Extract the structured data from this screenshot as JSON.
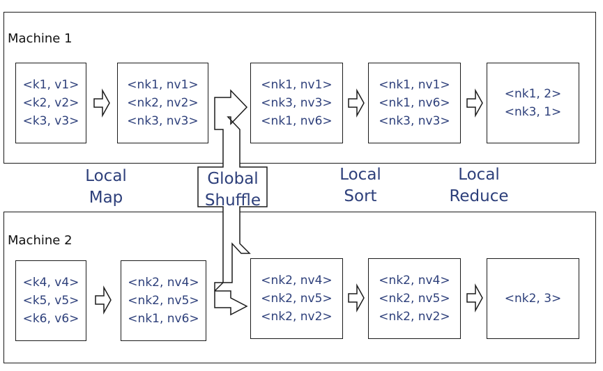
{
  "colors": {
    "text_blue": "#2d3f7a",
    "border": "#1a1a1a"
  },
  "machine1": {
    "label": "Machine 1",
    "stages": [
      [
        "<k1, v1>",
        "<k2, v2>",
        "<k3, v3>"
      ],
      [
        "<nk1, nv1>",
        "<nk2, nv2>",
        "<nk3, nv3>"
      ],
      [
        "<nk1, nv1>",
        "<nk3, nv3>",
        "<nk1, nv6>"
      ],
      [
        "<nk1, nv1>",
        "<nk1, nv6>",
        "<nk3, nv3>"
      ],
      [
        "<nk1, 2>",
        "<nk3, 1>"
      ]
    ]
  },
  "machine2": {
    "label": "Machine 2",
    "stages": [
      [
        "<k4, v4>",
        "<k5, v5>",
        "<k6, v6>"
      ],
      [
        "<nk2, nv4>",
        "<nk2, nv5>",
        "<nk1, nv6>"
      ],
      [
        "<nk2, nv4>",
        "<nk2, nv5>",
        "<nk2, nv2>"
      ],
      [
        "<nk2, nv4>",
        "<nk2, nv5>",
        "<nk2, nv2>"
      ],
      [
        "<nk2, 3>"
      ]
    ]
  },
  "phases": {
    "local_map": [
      "Local",
      "Map"
    ],
    "global_shuffle": [
      "Global",
      "Shuffle"
    ],
    "local_sort": [
      "Local",
      "Sort"
    ],
    "local_reduce": [
      "Local",
      "Reduce"
    ]
  }
}
